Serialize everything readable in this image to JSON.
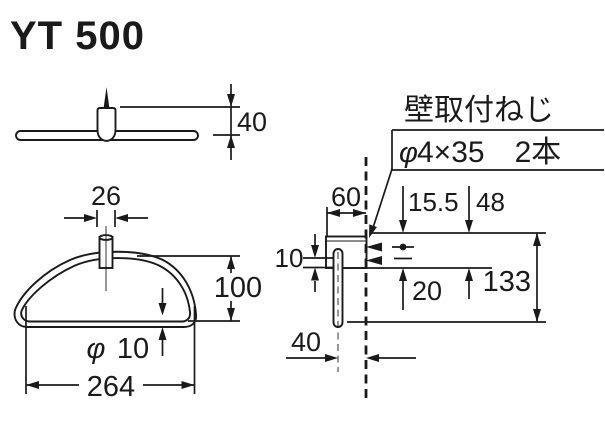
{
  "title": "YT 500",
  "top_view": {
    "dim_depth": "40"
  },
  "front_view": {
    "dim_post_width": "26",
    "dim_height": "100",
    "dia_symbol": "φ",
    "dim_tube_dia": "10",
    "dim_width": "264"
  },
  "side_view": {
    "dim_projection": "60",
    "screw_note_title": "壁取付ねじ",
    "screw_dia_symbol": "φ",
    "screw_spec": "4×35　2本",
    "dim_screw_top": "15.5",
    "dim_upper": "48",
    "dim_rod_dia": "10",
    "dim_screw_pitch": "20",
    "dim_total_height": "133",
    "dim_wall_offset": "40"
  }
}
